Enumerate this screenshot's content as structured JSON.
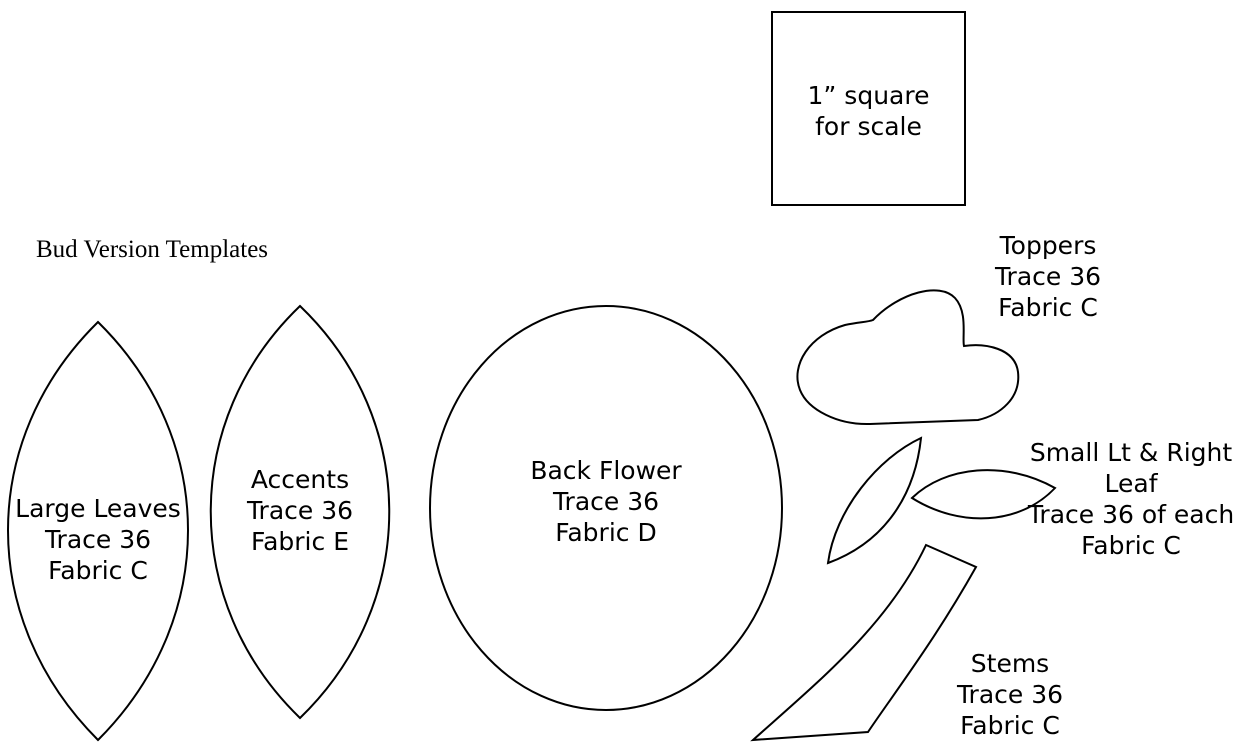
{
  "title": "Bud Version Templates",
  "scale_square": {
    "lines": [
      "1” square",
      "for scale"
    ]
  },
  "templates": {
    "large_leaves": {
      "lines": [
        "Large Leaves",
        "Trace 36",
        "Fabric C"
      ]
    },
    "accents": {
      "lines": [
        "Accents",
        "Trace 36",
        "Fabric E"
      ]
    },
    "back_flower": {
      "lines": [
        "Back Flower",
        "Trace 36",
        "Fabric D"
      ]
    },
    "toppers": {
      "lines": [
        "Toppers",
        "Trace 36",
        "Fabric C"
      ]
    },
    "small_leaf": {
      "lines": [
        "Small Lt & Right",
        "Leaf",
        "Trace 36 of each",
        "Fabric C"
      ]
    },
    "stems": {
      "lines": [
        "Stems",
        "Trace 36",
        "Fabric C"
      ]
    }
  }
}
